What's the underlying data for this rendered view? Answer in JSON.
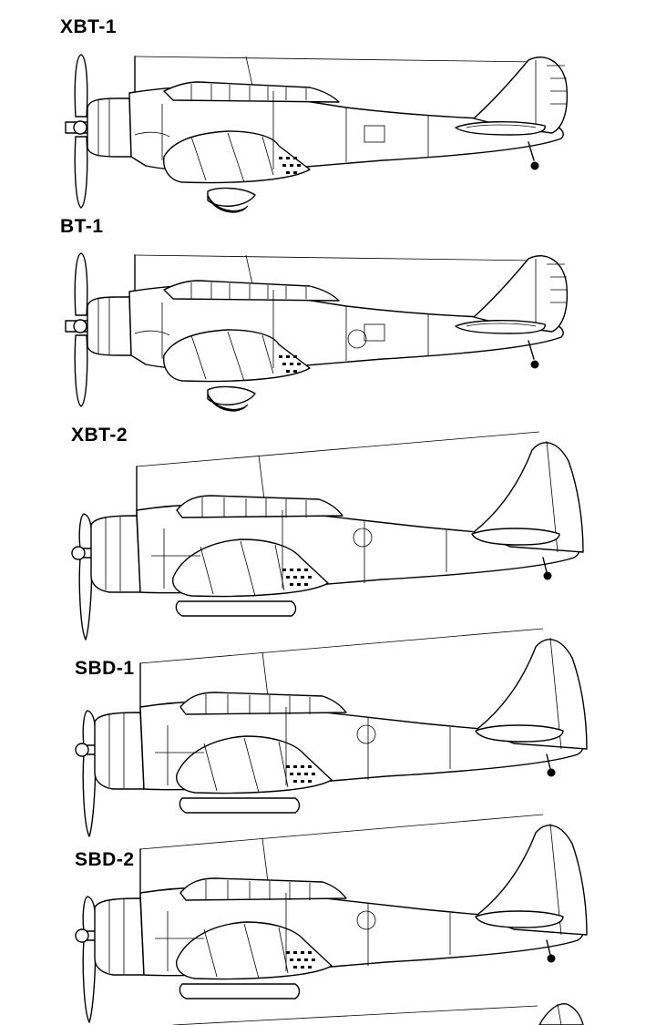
{
  "aircraft": [
    {
      "label": "XBT-1",
      "wheel": "exposed",
      "tail": "rounded",
      "roundel": false,
      "prop": "three-blade"
    },
    {
      "label": "BT-1",
      "wheel": "exposed",
      "tail": "rounded",
      "roundel": true,
      "prop": "three-blade"
    },
    {
      "label": "XBT-2",
      "wheel": "retracted",
      "tail": "tall",
      "roundel": true,
      "prop": "three-blade"
    },
    {
      "label": "SBD-1",
      "wheel": "retracted",
      "tail": "tall",
      "roundel": true,
      "prop": "three-blade"
    },
    {
      "label": "SBD-2",
      "wheel": "retracted",
      "tail": "tall",
      "roundel": true,
      "prop": "three-blade"
    }
  ]
}
